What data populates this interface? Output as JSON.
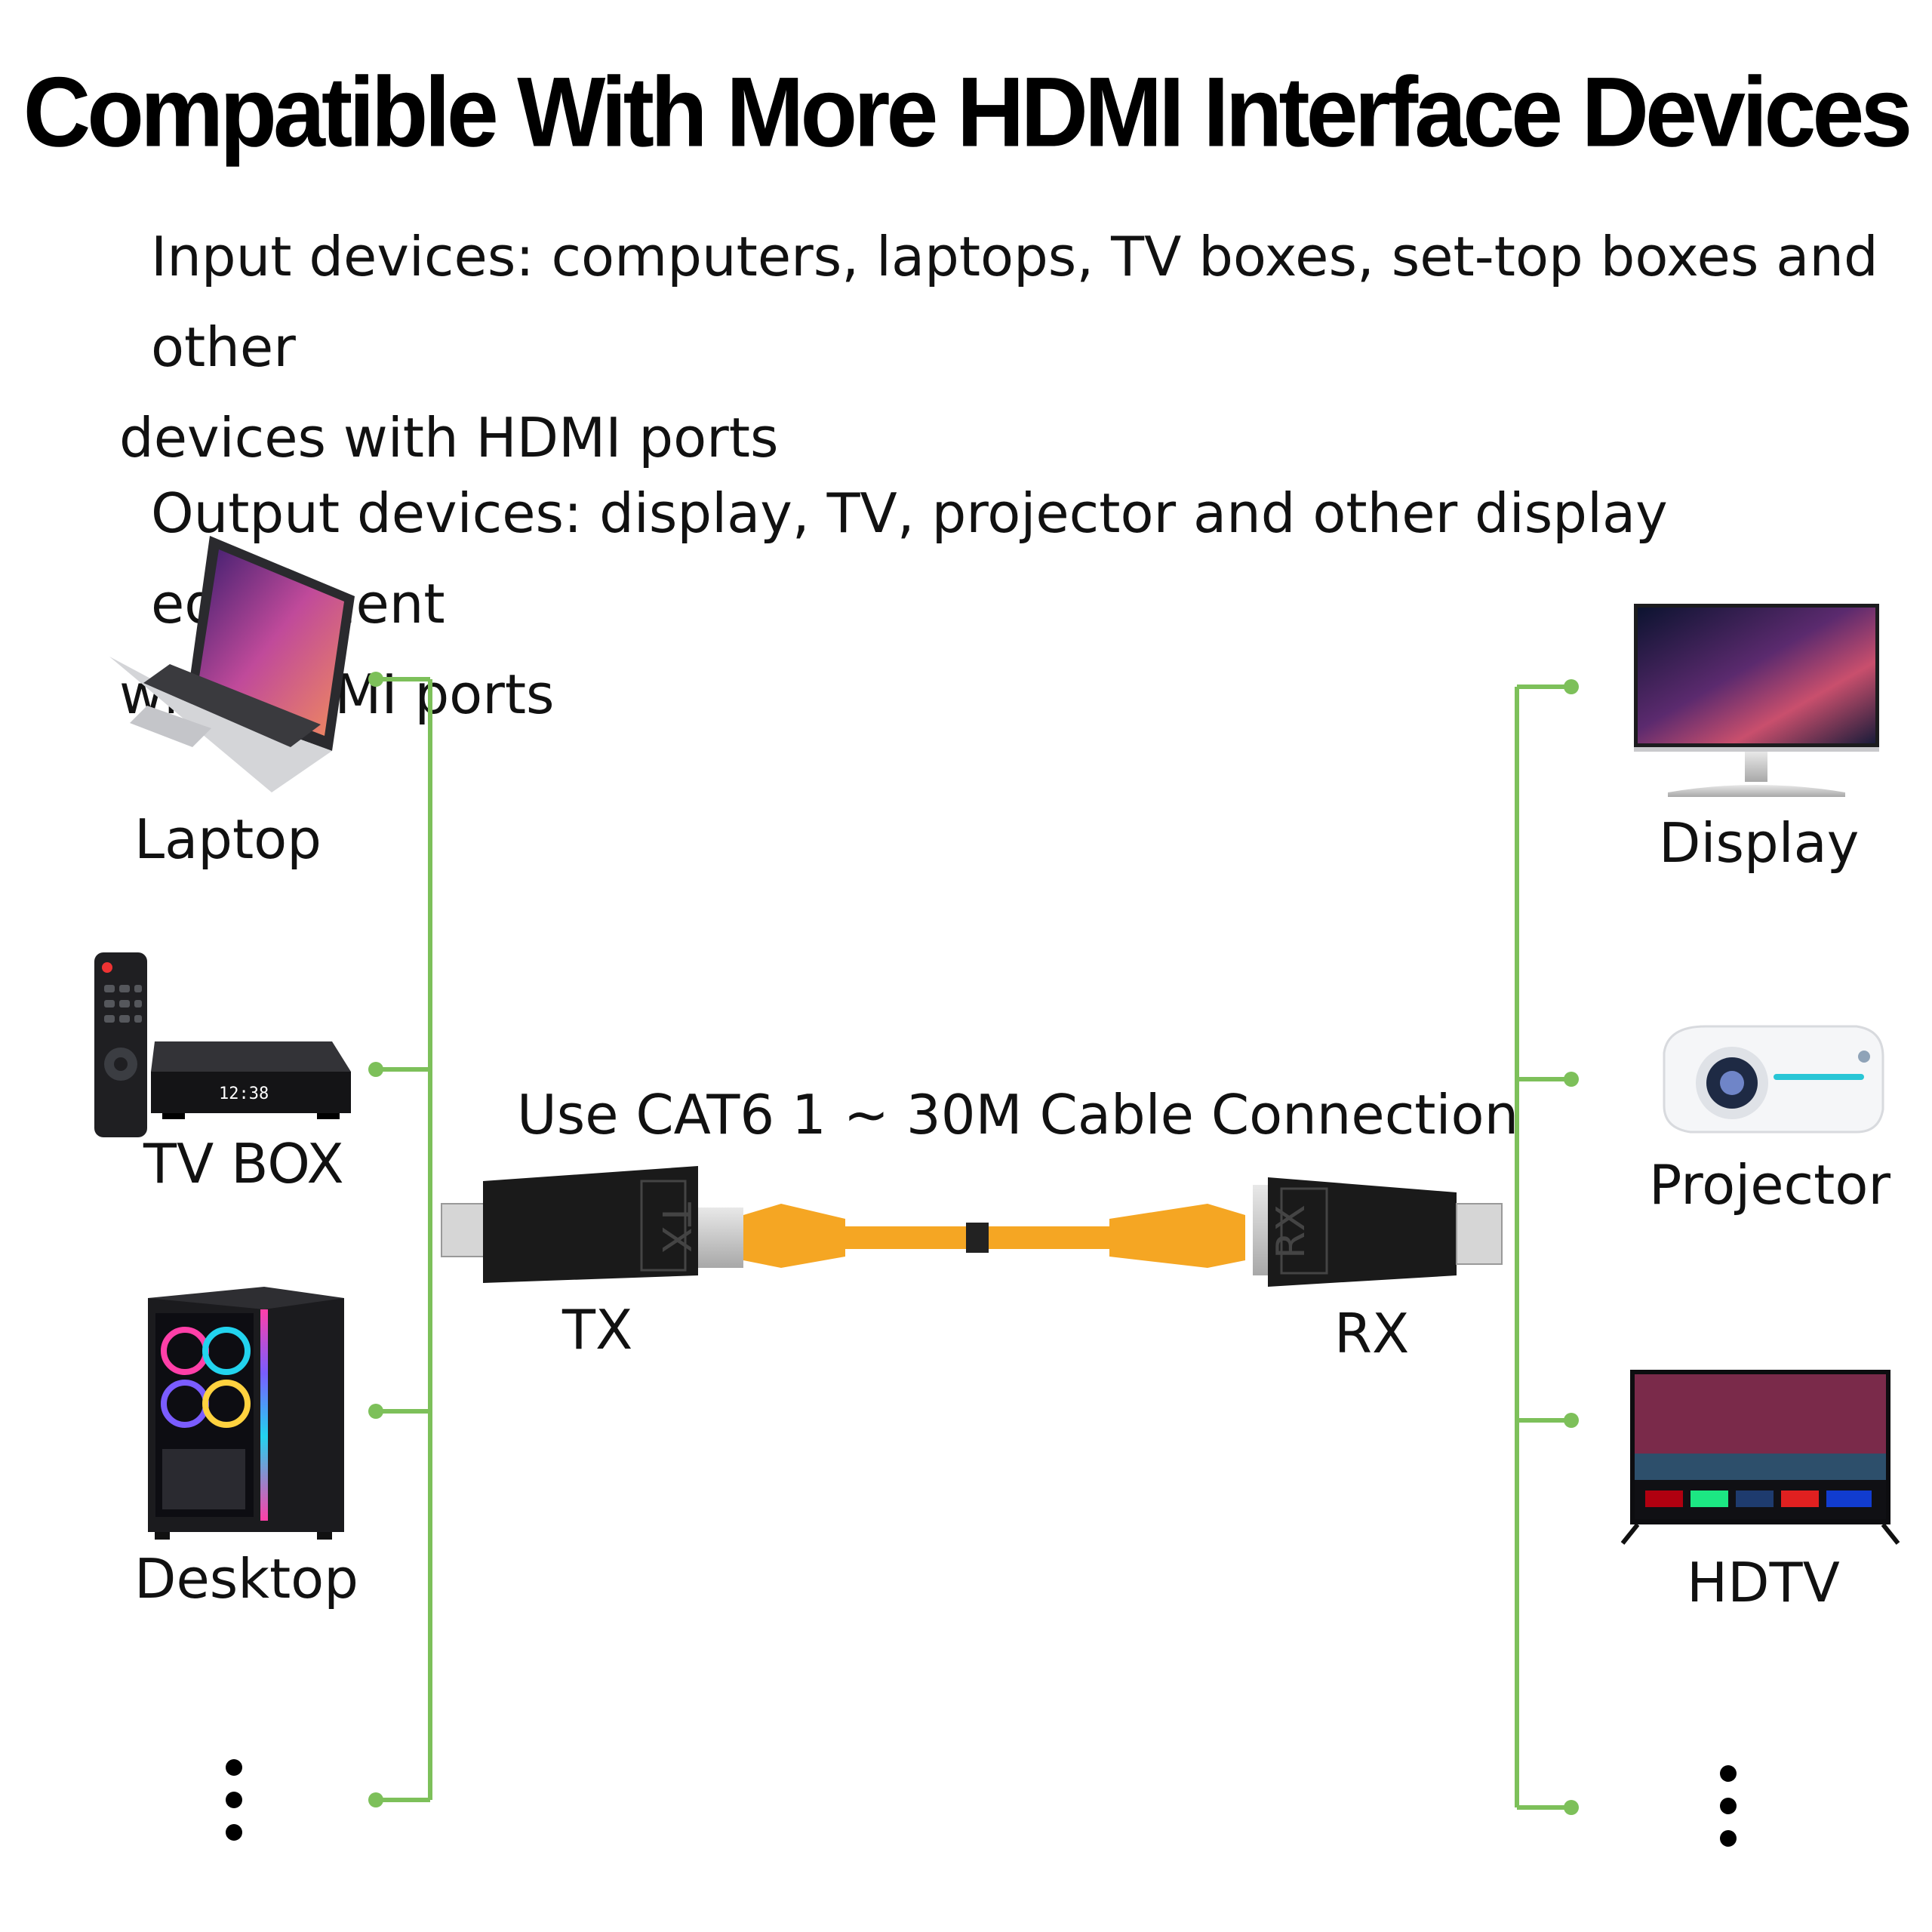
{
  "title": "Compatible With More HDMI Interface Devices",
  "description": {
    "input_line1": "Input devices: computers, laptops, TV boxes, set-top boxes and other",
    "input_line2": "devices with HDMI ports",
    "output_line1": "Output devices: display, TV, projector and other display equipment",
    "output_line2": "with HDMI ports"
  },
  "input_devices": [
    {
      "label": "Laptop",
      "icon": "laptop-icon"
    },
    {
      "label": "TV BOX",
      "icon": "tv-box-icon"
    },
    {
      "label": "Desktop",
      "icon": "desktop-icon"
    }
  ],
  "output_devices": [
    {
      "label": "Display",
      "icon": "monitor-icon"
    },
    {
      "label": "Projector",
      "icon": "projector-icon"
    },
    {
      "label": "HDTV",
      "icon": "hdtv-icon"
    }
  ],
  "connection": {
    "cable_label": "Use CAT6 1 ~ 30M Cable Connection",
    "tx_label": "TX",
    "rx_label": "RX",
    "tx_marking": "TX",
    "rx_marking": "RX"
  },
  "tvbox_clock": "12:38",
  "colors": {
    "connector_line": "#7dc05a",
    "cable": "#f5a623",
    "adapter": "#1a1a1a"
  }
}
